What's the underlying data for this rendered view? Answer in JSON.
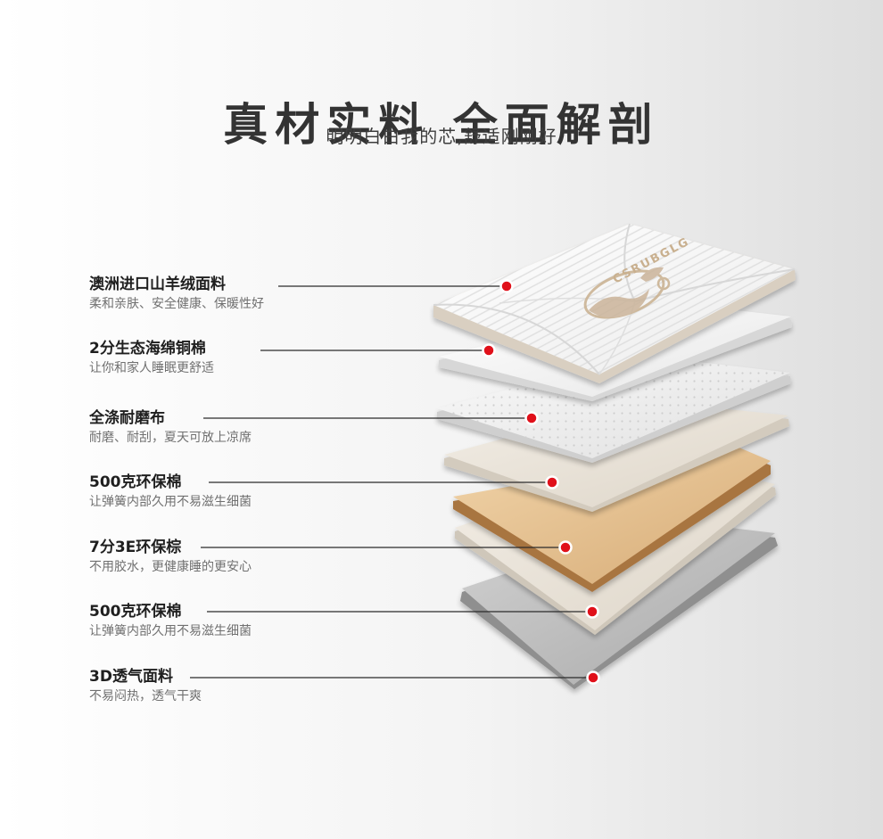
{
  "header": {
    "title": "真材实料 全面解剖",
    "subtitle": "明明白白我的芯,舒适刚刚好"
  },
  "layers": [
    {
      "name": "澳洲进口山羊绒面料",
      "desc": "柔和亲肤、安全健康、保暖性好"
    },
    {
      "name": "2分生态海绵铜棉",
      "desc": "让你和家人睡眠更舒适"
    },
    {
      "name": "全涤耐磨布",
      "desc": "耐磨、耐刮，夏天可放上凉席"
    },
    {
      "name": "500克环保棉",
      "desc": "让弹簧内部久用不易滋生细菌"
    },
    {
      "name": "7分3E环保棕",
      "desc": "不用胶水，更健康睡的更安心"
    },
    {
      "name": "500克环保棉",
      "desc": "让弹簧内部久用不易滋生细菌"
    },
    {
      "name": "3D透气面料",
      "desc": "不易闷热，透气干爽"
    }
  ],
  "colors": {
    "marker": "#e0101a",
    "leader_line": "#2b2b2b",
    "coconut_fiber": "#e2be8f",
    "base_fabric": "#bdbdbd"
  },
  "icons": {
    "marker": "red-dot-marker",
    "logo": "goat-crest-logo"
  },
  "logo": {
    "text": "CSRUBGLG"
  }
}
